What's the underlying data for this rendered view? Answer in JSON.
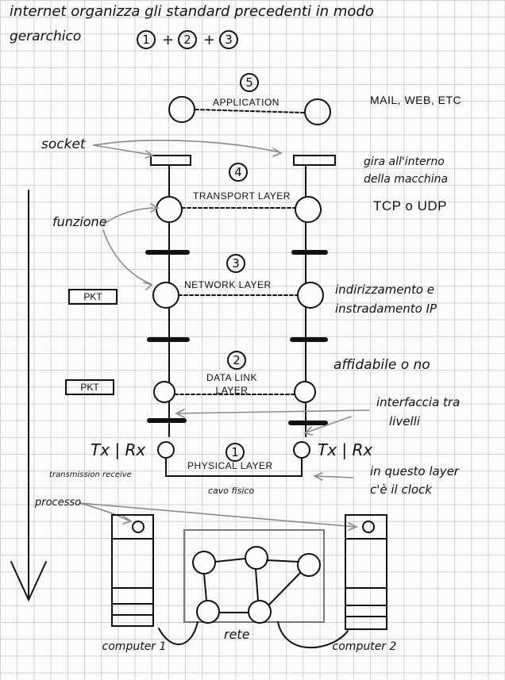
{
  "header": {
    "line1": "internet organizza gli standard precedenti in modo",
    "line2": "gerarchico",
    "sum_plus1": "+",
    "sum_plus2": "+"
  },
  "numbers": {
    "n1": "1",
    "n2": "2",
    "n3": "3",
    "n5": "5",
    "n4": "4",
    "n3b": "3",
    "n2b": "2",
    "n1b": "1"
  },
  "layers": {
    "application": "APPLICATION",
    "transport": "TRANSPORT LAYER",
    "network": "NETWORK LAYER",
    "datalink": "DATA LINK LAYER",
    "physical": "PHYSICAL LAYER"
  },
  "labels": {
    "socket": "socket",
    "funzione": "funzione",
    "pkt1": "PKT",
    "pkt2": "PKT",
    "processo": "processo",
    "computer1": "computer 1",
    "computer2": "computer 2",
    "rete": "rete",
    "txrx_left": "Tx | Rx",
    "txrx_right": "Tx | Rx",
    "transmission": "transmission receive",
    "cavo": "cavo fisico"
  },
  "notes": {
    "mail": "MAIL, WEB, ETC",
    "gira1": "gira all'interno",
    "gira2": "della macchina",
    "tcp": "TCP o UDP",
    "ind1": "indirizzamento e",
    "ind2": "instradamento IP",
    "affid": "affidabile o no",
    "interf1": "interfaccia tra",
    "interf2": "livelli",
    "clock1": "in questo layer",
    "clock2": "c'è il clock"
  }
}
